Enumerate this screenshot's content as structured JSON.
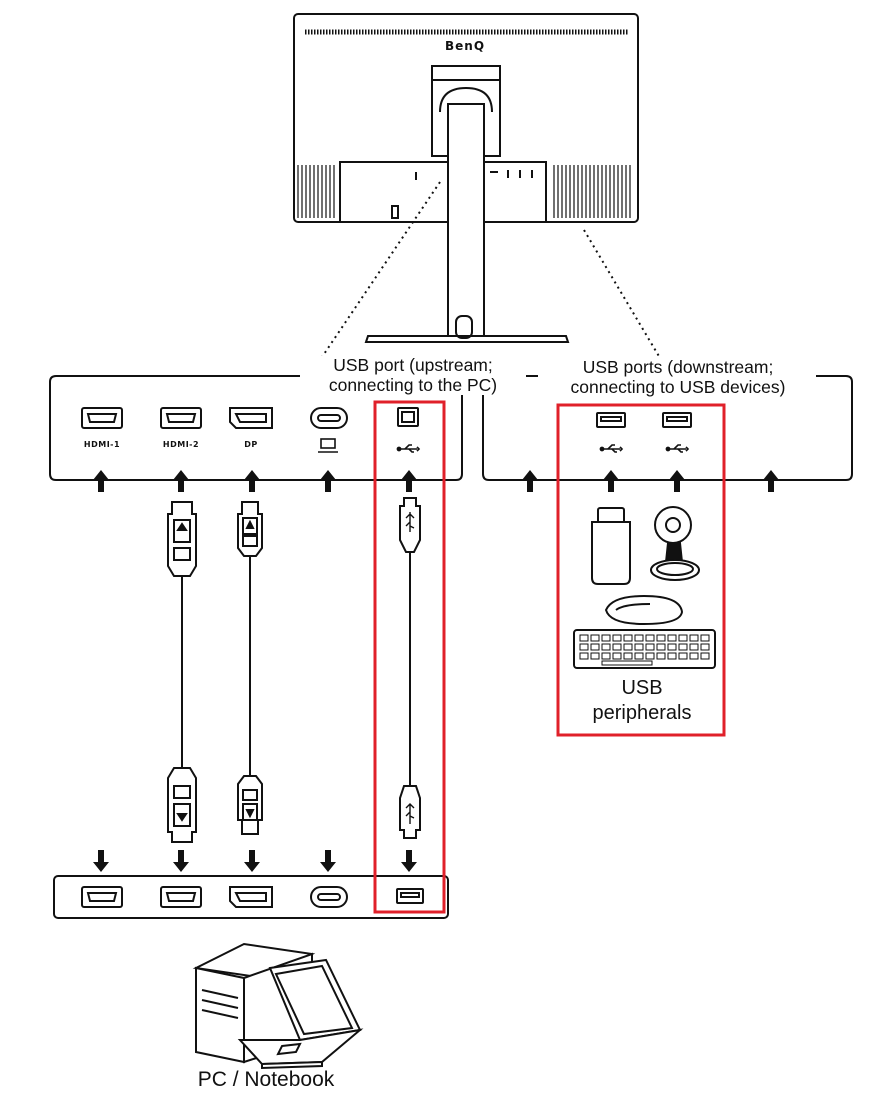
{
  "monitor": {
    "brand": "BenQ"
  },
  "ports": {
    "hdmi1": "HDMI-1",
    "hdmi2": "HDMI-2",
    "dp": "DP"
  },
  "labels": {
    "usb_upstream_line1": "USB port (upstream;",
    "usb_upstream_line2": "connecting to the PC)",
    "usb_downstream_line1": "USB ports (downstream;",
    "usb_downstream_line2": "connecting to USB devices)",
    "usb_peripherals_line1": "USB",
    "usb_peripherals_line2": "peripherals",
    "pc_notebook": "PC / Notebook"
  },
  "colors": {
    "line": "#111111",
    "highlight": "#e0202a"
  },
  "icons": [
    "usb-icon",
    "up-arrow-icon",
    "down-arrow-icon",
    "usb-stick-icon",
    "webcam-icon",
    "mouse-icon",
    "keyboard-icon",
    "pc-tower-icon",
    "laptop-icon"
  ]
}
